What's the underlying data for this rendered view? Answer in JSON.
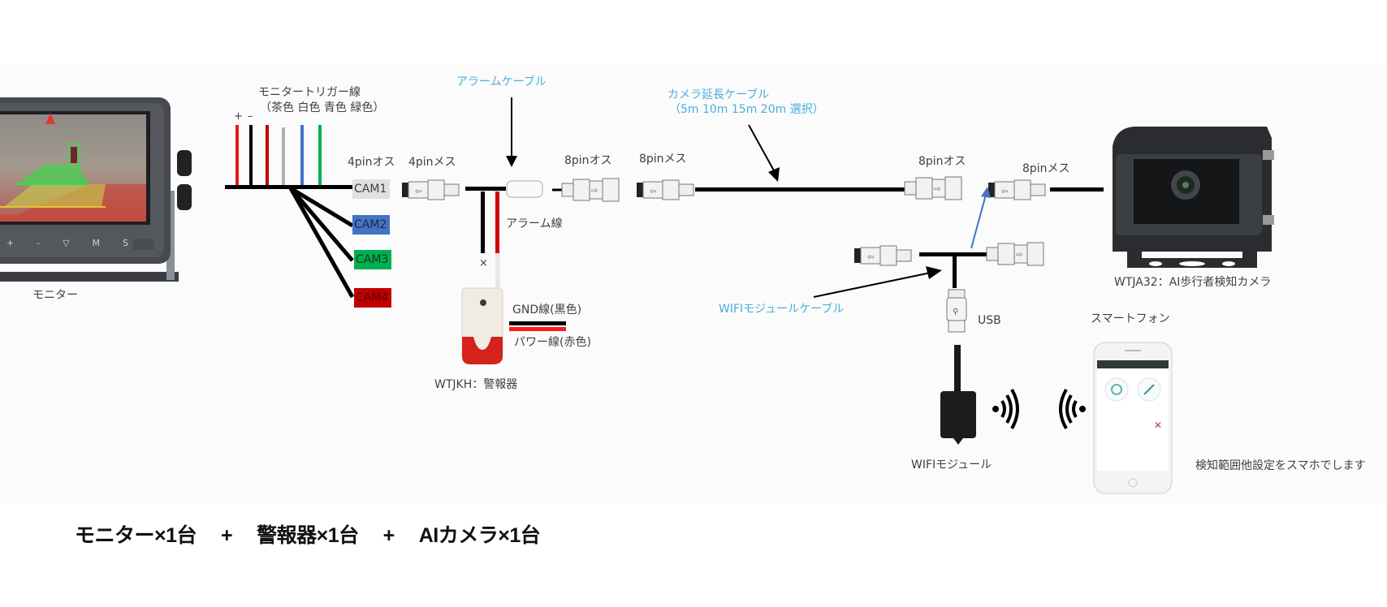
{
  "monitor": {
    "caption": "モニター",
    "buttons": [
      "+",
      "-",
      "▽",
      "M",
      "S"
    ]
  },
  "trigger": {
    "title_line1": "モニタートリガー線",
    "title_line2": "（茶色 白色 青色 緑色）",
    "polarity_plus": "+",
    "polarity_minus": "–",
    "wire_colors": [
      "#e8161b",
      "#000000",
      "#c00000",
      "#b0b0b0",
      "#4472c4",
      "#00b050"
    ]
  },
  "cam_labels": [
    {
      "label": "CAM1",
      "bg": "#e0e0e0"
    },
    {
      "label": "CAM2",
      "bg": "#4472c4"
    },
    {
      "label": "CAM3",
      "bg": "#00b050"
    },
    {
      "label": "CAM4",
      "bg": "#c00000"
    }
  ],
  "connectors": {
    "pin4_male": "4pinオス",
    "pin4_female": "4pinメス",
    "pin8_male_1": "8pinオス",
    "pin8_female_1": "8pinメス",
    "pin8_male_2": "8pinオス",
    "pin8_female_2": "8pinメス"
  },
  "alarm": {
    "cable_label": "アラームケーブル",
    "wire_label": "アラーム線",
    "x_mark": "×",
    "gnd_label": "GND線(黒色)",
    "power_label": "パワー線(赤色)",
    "device_caption": "WTJKH：警報器"
  },
  "extension": {
    "label_line1": "カメラ延長ケーブル",
    "label_line2": "（5m 10m 15m 20m 選択）"
  },
  "camera": {
    "caption": "WTJA32：AI歩行者検知カメラ"
  },
  "wifi": {
    "cable_label": "WIFIモジュールケーブル",
    "usb_label": "USB",
    "module_caption": "WIFIモジュール"
  },
  "phone": {
    "title": "スマートフォン",
    "note": "検知範囲他設定をスマホでします"
  },
  "summary": {
    "item1": "モニター×1台",
    "plus1": "+",
    "item2": "警報器×1台",
    "plus2": "+",
    "item3": "AIカメラ×1台"
  },
  "colors": {
    "annotation_blue": "#4aaede",
    "arrow_blue": "#4472c4"
  }
}
